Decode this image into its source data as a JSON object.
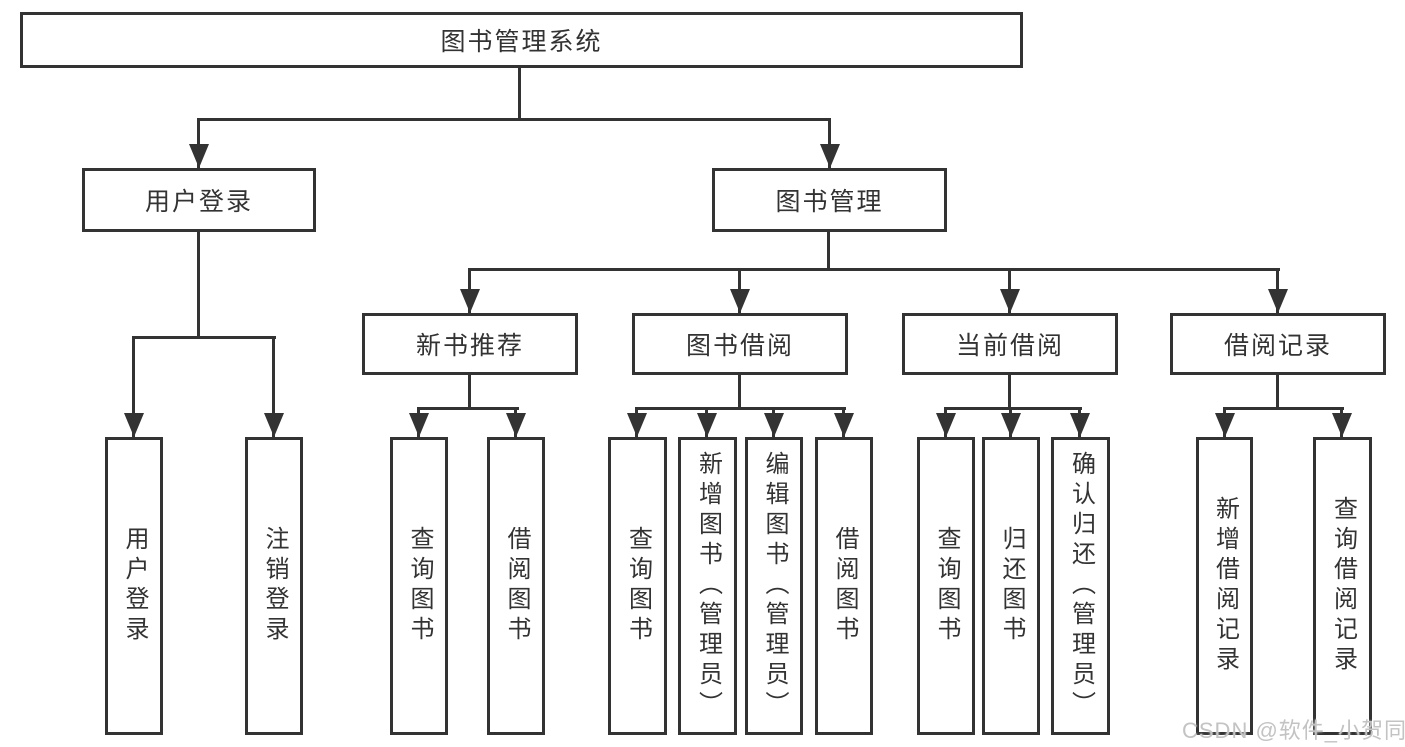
{
  "tree": {
    "root": {
      "label": "图书管理系统"
    },
    "level2": [
      {
        "label": "用户登录",
        "children": [
          {
            "label": "用户登录"
          },
          {
            "label": "注销登录"
          }
        ]
      },
      {
        "label": "图书管理",
        "children": [
          {
            "label": "新书推荐",
            "children": [
              {
                "label": "查询图书"
              },
              {
                "label": "借阅图书"
              }
            ]
          },
          {
            "label": "图书借阅",
            "children": [
              {
                "label": "查询图书"
              },
              {
                "label": "新增图书（管理员）"
              },
              {
                "label": "编辑图书（管理员）"
              },
              {
                "label": "借阅图书"
              }
            ]
          },
          {
            "label": "当前借阅",
            "children": [
              {
                "label": "查询图书"
              },
              {
                "label": "归还图书"
              },
              {
                "label": "确认归还（管理员）"
              }
            ]
          },
          {
            "label": "借阅记录",
            "children": [
              {
                "label": "新增借阅记录"
              },
              {
                "label": "查询借阅记录"
              }
            ]
          }
        ]
      }
    ]
  },
  "watermark": {
    "text": "CSDN @软件_小贺同学"
  },
  "colors": {
    "line": "#333333",
    "box_border": "#333333",
    "box_fill": "#ffffff",
    "text": "#333333",
    "watermark": "#c4c3c3",
    "background": "#ffffff"
  }
}
